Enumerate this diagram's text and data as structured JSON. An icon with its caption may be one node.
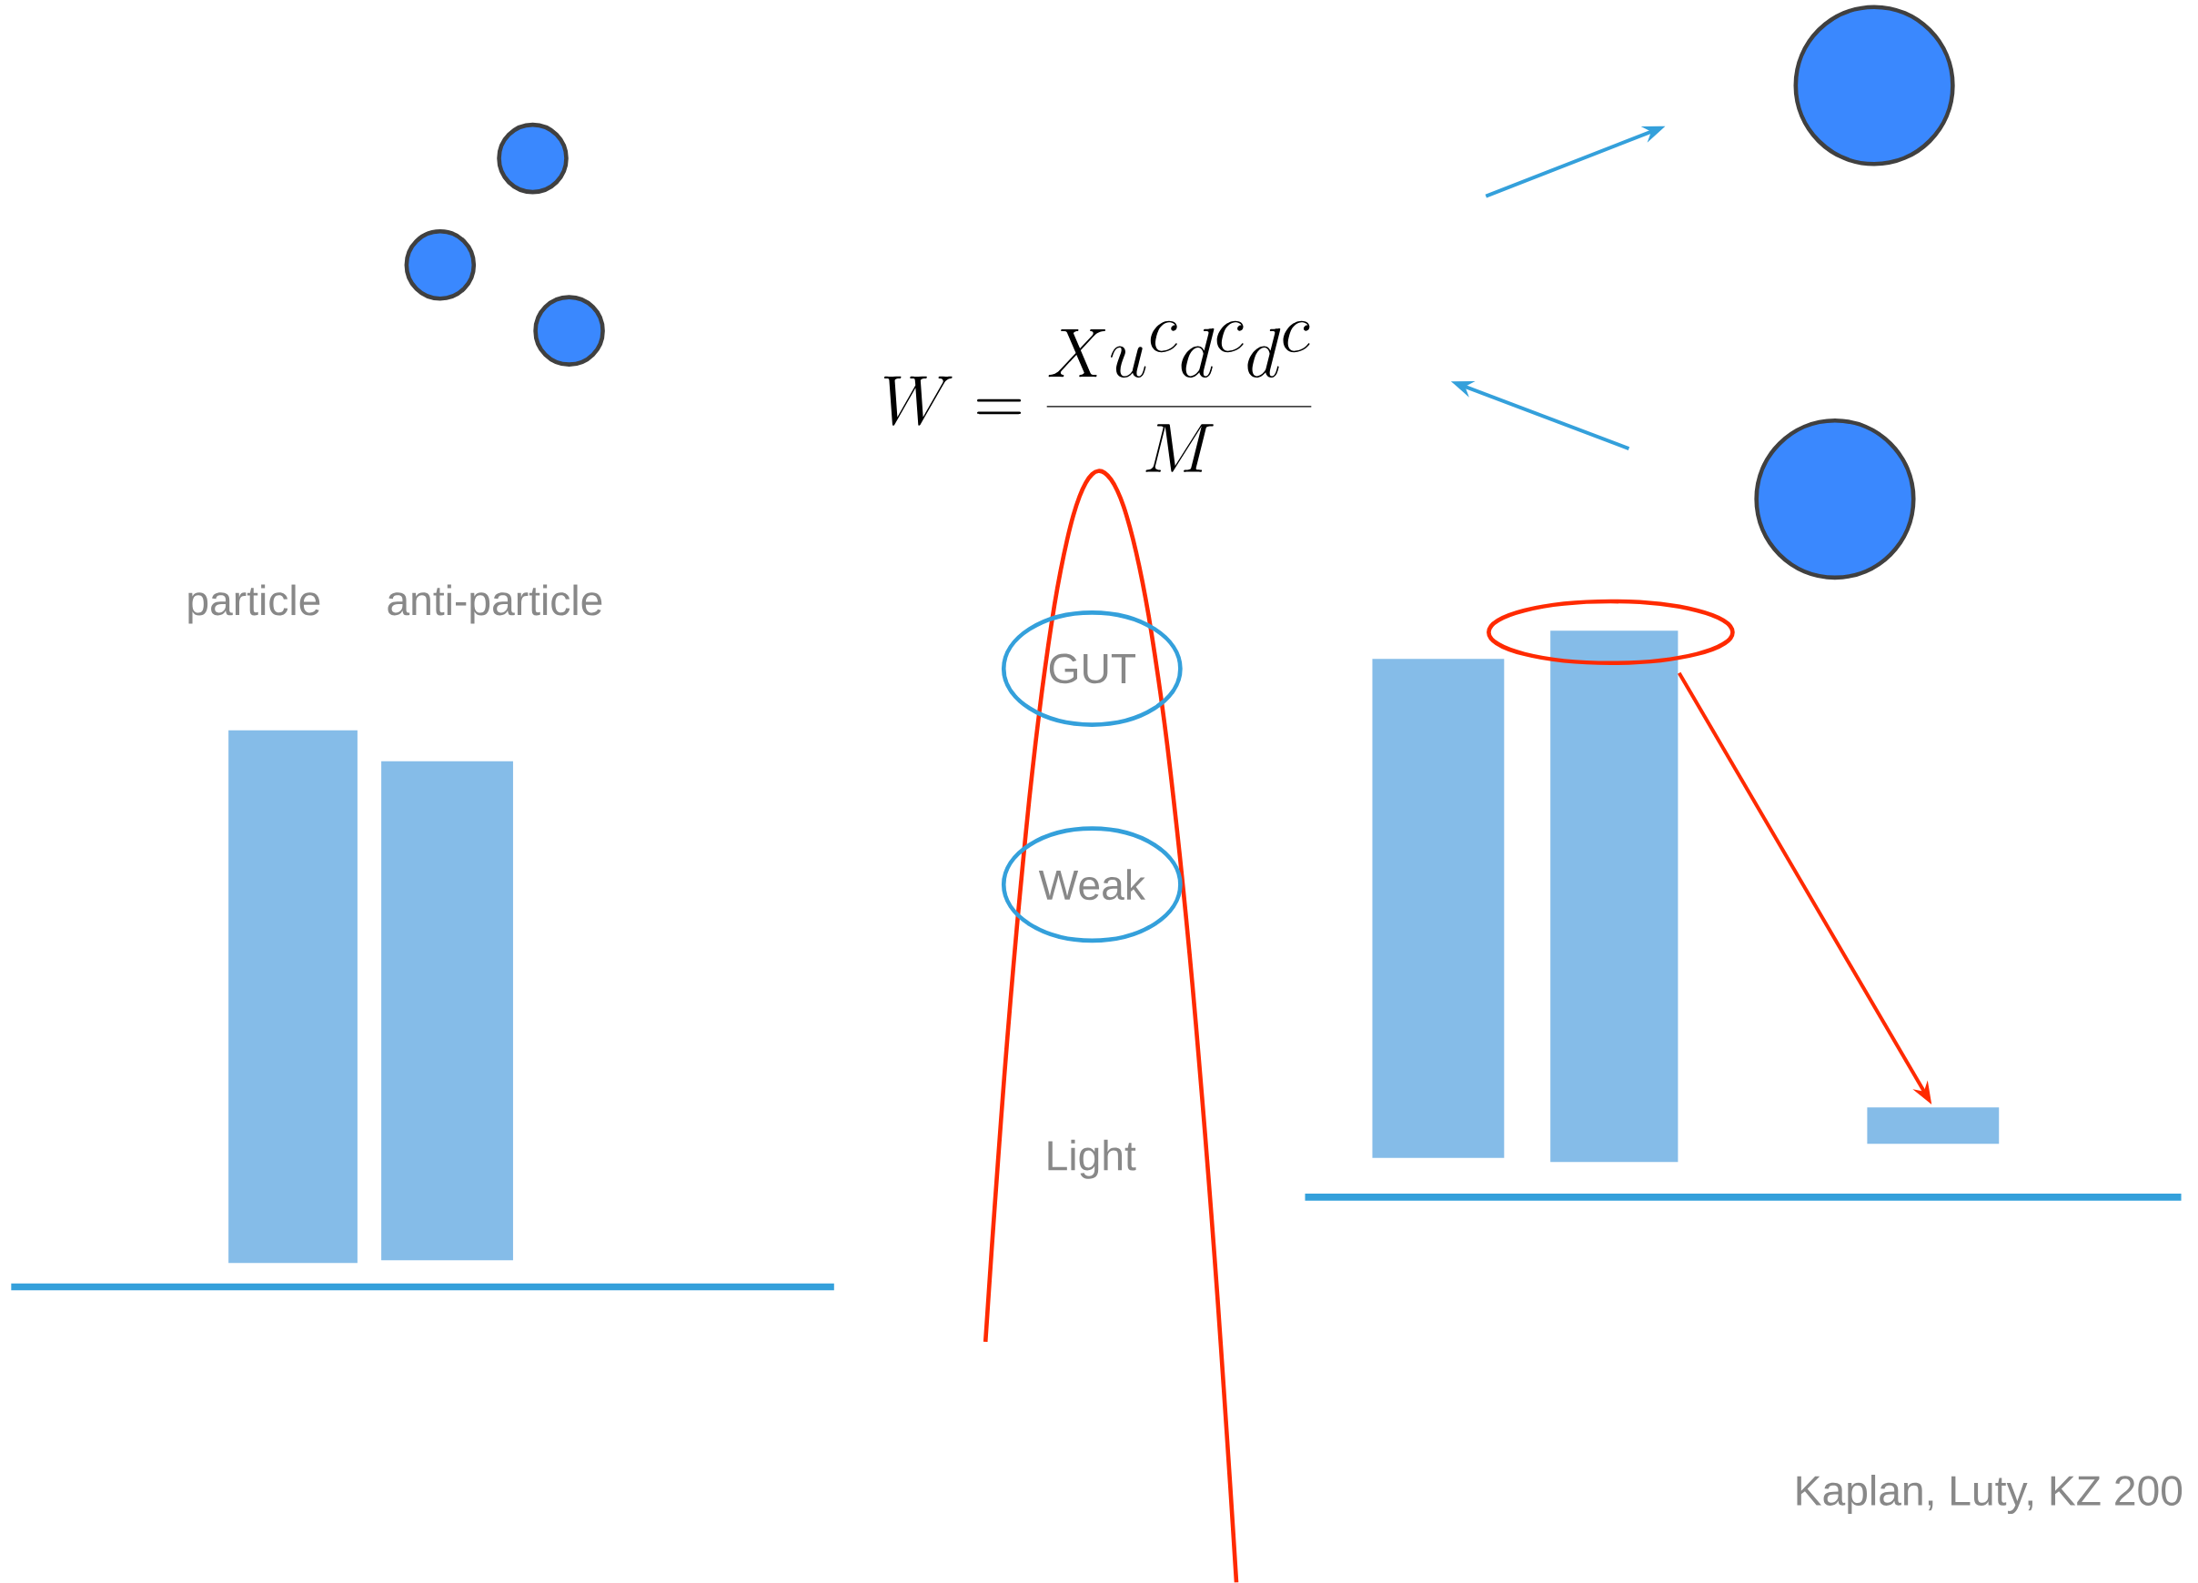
{
  "diagram": {
    "nodes": [
      {
        "text": [],
        "shape": "circle"
      },
      {
        "text": [],
        "shape": "circle"
      },
      {
        "text": [],
        "shape": "circle"
      },
      {
        "text": [],
        "shape": "circle"
      },
      {
        "text": [],
        "shape": "circle"
      },
      {
        "text": [],
        "shape": "ellipse"
      },
      {
        "text": [
          "GUT"
        ]
      },
      {
        "text": [],
        "shape": "bar"
      },
      {
        "text": [],
        "shape": "bar"
      },
      {
        "text": [
          "Weak"
        ]
      },
      {
        "text": [],
        "shape": "bar"
      },
      {
        "text": [],
        "shape": "bar"
      },
      {
        "text": [],
        "shape": "bar"
      }
    ],
    "edges": [
      {
        "from": 5,
        "to": 12,
        "arrow": "to",
        "color": "#ff2a00"
      }
    ],
    "labels": [
      "W = \\frac{X u^c d^c d^c}{M}",
      "particle",
      "anti-particle",
      "Light",
      "Kaplan, Luty, KZ 200"
    ]
  }
}
